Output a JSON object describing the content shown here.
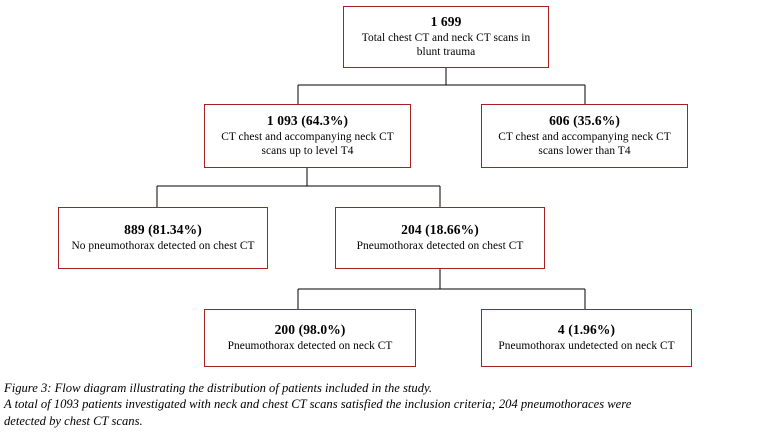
{
  "figure": {
    "id": "figure-3",
    "border_color": "#a81f24",
    "connector_color": "#000000",
    "background": "#ffffff"
  },
  "flow": {
    "type": "flowchart",
    "nodes": [
      {
        "id": "total",
        "title": "1 699",
        "desc_line1": "Total chest CT and neck CT scans in",
        "desc_line2": "blunt trauma",
        "count": 1699,
        "percent": null,
        "level": 1
      },
      {
        "id": "upto-t4",
        "title": "1 093 (64.3%)",
        "desc_line1": "CT chest and accompanying neck CT",
        "desc_line2": "scans up to level T4",
        "count": 1093,
        "percent": 64.3,
        "level": 2
      },
      {
        "id": "below-t4",
        "title": "606 (35.6%)",
        "desc_line1": "CT chest and accompanying neck CT",
        "desc_line2": "scans lower than T4",
        "count": 606,
        "percent": 35.6,
        "level": 2
      },
      {
        "id": "no-ptx-chest",
        "title": "889 (81.34%)",
        "desc_line1": "No pneumothorax detected on chest CT",
        "desc_line2": "",
        "count": 889,
        "percent": 81.34,
        "level": 3
      },
      {
        "id": "ptx-chest",
        "title": "204 (18.66%)",
        "desc_line1": "Pneumothorax detected on chest CT",
        "desc_line2": "",
        "count": 204,
        "percent": 18.66,
        "level": 3
      },
      {
        "id": "ptx-neck",
        "title": "200 (98.0%)",
        "desc_line1": "Pneumothorax detected on neck CT",
        "desc_line2": "",
        "count": 200,
        "percent": 98.0,
        "level": 4
      },
      {
        "id": "no-ptx-neck",
        "title": "4 (1.96%)",
        "desc_line1": "Pneumothorax undetected on neck CT",
        "desc_line2": "",
        "count": 4,
        "percent": 1.96,
        "level": 4
      }
    ],
    "edges": [
      {
        "from": "total",
        "to": "upto-t4"
      },
      {
        "from": "total",
        "to": "below-t4"
      },
      {
        "from": "upto-t4",
        "to": "no-ptx-chest"
      },
      {
        "from": "upto-t4",
        "to": "ptx-chest"
      },
      {
        "from": "ptx-chest",
        "to": "ptx-neck"
      },
      {
        "from": "ptx-chest",
        "to": "no-ptx-neck"
      }
    ]
  },
  "caption": {
    "line1": "Figure 3: Flow diagram illustrating the distribution of patients included in the study.",
    "line2": "A total of 1093 patients investigated with neck and chest CT scans satisfied the inclusion criteria; 204 pneumothoraces were",
    "line3": "detected by chest CT scans."
  }
}
